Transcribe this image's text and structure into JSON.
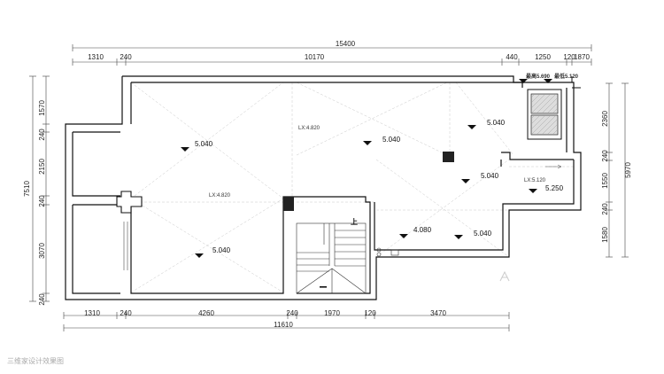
{
  "dimensions": {
    "top_total": "15400",
    "top_segments": [
      "1310",
      "240",
      "10170",
      "440",
      "1250",
      "120",
      "1870"
    ],
    "bottom_segments": [
      "1310",
      "240",
      "4260",
      "240",
      "1970",
      "120",
      "3470"
    ],
    "bottom_total": "11610",
    "left_total": "7510",
    "left_segments": [
      "1570",
      "240",
      "2150",
      "240",
      "3070",
      "240"
    ],
    "right_total": "5970",
    "right_segments": [
      "2360",
      "240",
      "1550",
      "240",
      "1580"
    ]
  },
  "levels": {
    "top_left_room": "5.040",
    "lx_upper": "LX:4.820",
    "center_upper": "5.040",
    "right_upper": "5.040",
    "highest": "最高5.690",
    "lowest": "最低5.120",
    "lx_left": "LX:4.820",
    "right_mid": "5.040",
    "lx_right": "LX:5.120",
    "right_room": "5.250",
    "left_lower": "5.040",
    "center_lower": "4.080",
    "right_lower": "5.040"
  },
  "stair_label": "上",
  "watermark": "三维家设计效果图"
}
